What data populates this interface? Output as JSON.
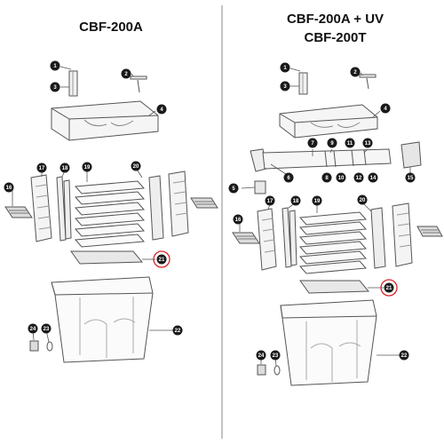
{
  "titles": {
    "left": "CBF-200A",
    "right_line1": "CBF-200A + UV",
    "right_line2": "CBF-200T"
  },
  "callouts": {
    "left": [
      "1",
      "2",
      "3",
      "4",
      "16",
      "17",
      "18",
      "19",
      "20",
      "21",
      "22",
      "23",
      "24"
    ],
    "right": [
      "1",
      "2",
      "3",
      "4",
      "5",
      "6",
      "7",
      "8",
      "9",
      "10",
      "11",
      "12",
      "13",
      "14",
      "15",
      "16",
      "17",
      "18",
      "19",
      "20",
      "21",
      "22",
      "23",
      "24"
    ]
  },
  "colors": {
    "ink": "#1a1a1a",
    "line": "#555555",
    "highlight": "#d9262c",
    "divider": "#8a8a8a"
  }
}
